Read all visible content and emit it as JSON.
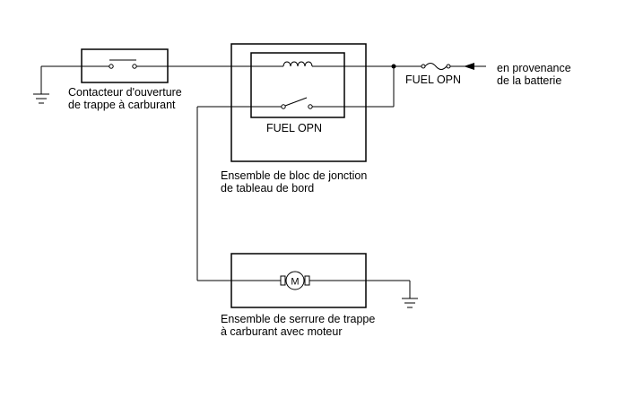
{
  "diagram": {
    "door_switch_label": [
      "Contacteur d'ouverture",
      "de trappe à carburant"
    ],
    "relay_label": "FUEL OPN",
    "fuse_label": "FUEL OPN",
    "battery_label": [
      "en provenance",
      "de la batterie"
    ],
    "junction_block_label": [
      "Ensemble de bloc de jonction",
      "de tableau de bord"
    ],
    "motor_symbol": "M",
    "lock_assembly_label": [
      "Ensemble de serrure de trappe",
      "à carburant avec moteur"
    ]
  },
  "colors": {
    "line": "#000000",
    "background": "#ffffff"
  }
}
